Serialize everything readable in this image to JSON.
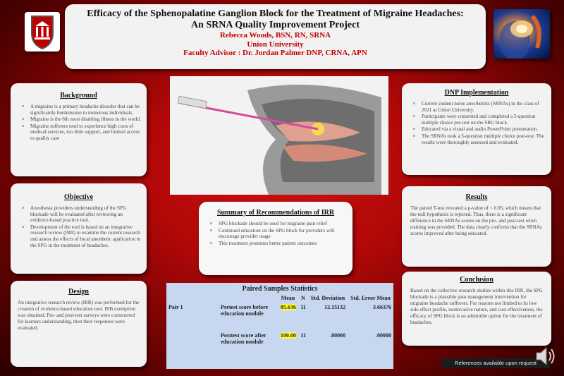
{
  "header": {
    "title_line1": "Efficacy of the Sphenopalatine Ganglion Block for the Treatment of Migraine Headaches:",
    "title_line2": "An SRNA Quality Improvement Project",
    "author": "Rebecca Woods, BSN, RN, SRNA",
    "university": "Union University",
    "advisor": "Faculty Advisor : Dr. Jordan Palmer DNP, CRNA, APN"
  },
  "background": {
    "heading": "Background",
    "items": [
      "A migraine is a primary headache disorder that can be significantly burdensome to numerous individuals.",
      "Migraine is the 6th most disabling illness in the world.",
      "Migraine sufferers tend to experience high costs of medical services, too little support, and limited access to quality care"
    ]
  },
  "objective": {
    "heading": "Objective",
    "items": [
      "Anesthesia providers understanding of the SPG blockade will be evaluated after reviewing an evidence-based practice tool.",
      "Development of the tool is based on an integrative research review (IRR) to examine the current research and assess the effects of local anesthetic application to the SPG in the treatment of headaches."
    ]
  },
  "design": {
    "heading": "Design",
    "text": "An integrative research review (IRR) was performed for the creation of evidence-based education tool. IRB exemption was obtained. Pre- and post-test surveys were constructed for learners understanding, then their responses were evaluated."
  },
  "summary": {
    "heading": "Summary of Recommendations of IRR",
    "items": [
      "SPG blockade should be used for migraine pain relief",
      "Continued education on the SPG block for providers will encourage provider usage",
      "This treatment promotes better patient outcomes"
    ]
  },
  "stats": {
    "title": "Paired Samples Statistics",
    "headers": [
      "Mean",
      "N",
      "Std. Deviation",
      "Std. Error Mean"
    ],
    "pair_label": "Pair 1",
    "rows": [
      {
        "label": "Pretest score before education module",
        "mean": "85.636",
        "n": "11",
        "sd": "12.15132",
        "se": "3.66376"
      },
      {
        "label": "Posttest score after education module",
        "mean": "100.00",
        "n": "11",
        "sd": ".00000",
        "se": ".00000"
      }
    ]
  },
  "dnp": {
    "heading": "DNP Implementation",
    "items": [
      "Current student nurse anesthetists (SRNAs) in the class of 2021 at Union University.",
      "Participants were consented and completed a 5-question multiple choice pre-test on the SBG block.",
      "Educated via a visual and audio PowerPoint presentation.",
      "The SRNAs took a 5-question multiple choice post-test. The results were thoroughly assessed and evaluated."
    ]
  },
  "results": {
    "heading": "Results",
    "text": "The paired T-test revealed a p-value of < 0.05, which means that the null hypothesis is rejected. Thus, there is a significant difference in the SRNAs scores on the pre- and post-test when training was provided. The data clearly confirms that the SRNAs scores improved after being educated."
  },
  "conclusion": {
    "heading": "Conclusion",
    "text": "Based on the collective research studies within this IRR, the SPG blockade is a plausible pain management intervention for migraine headache sufferers. For reasons not limited to its low side effect profile, noninvasive nature, and cost effectiveness, the efficacy of SPG block is an admirable option for the treatment of headaches."
  },
  "footer": {
    "references": "References available upon request"
  },
  "colors": {
    "accent_red": "#c00000",
    "highlight": "#ffff33",
    "table_bg": "#c6d7ef"
  }
}
